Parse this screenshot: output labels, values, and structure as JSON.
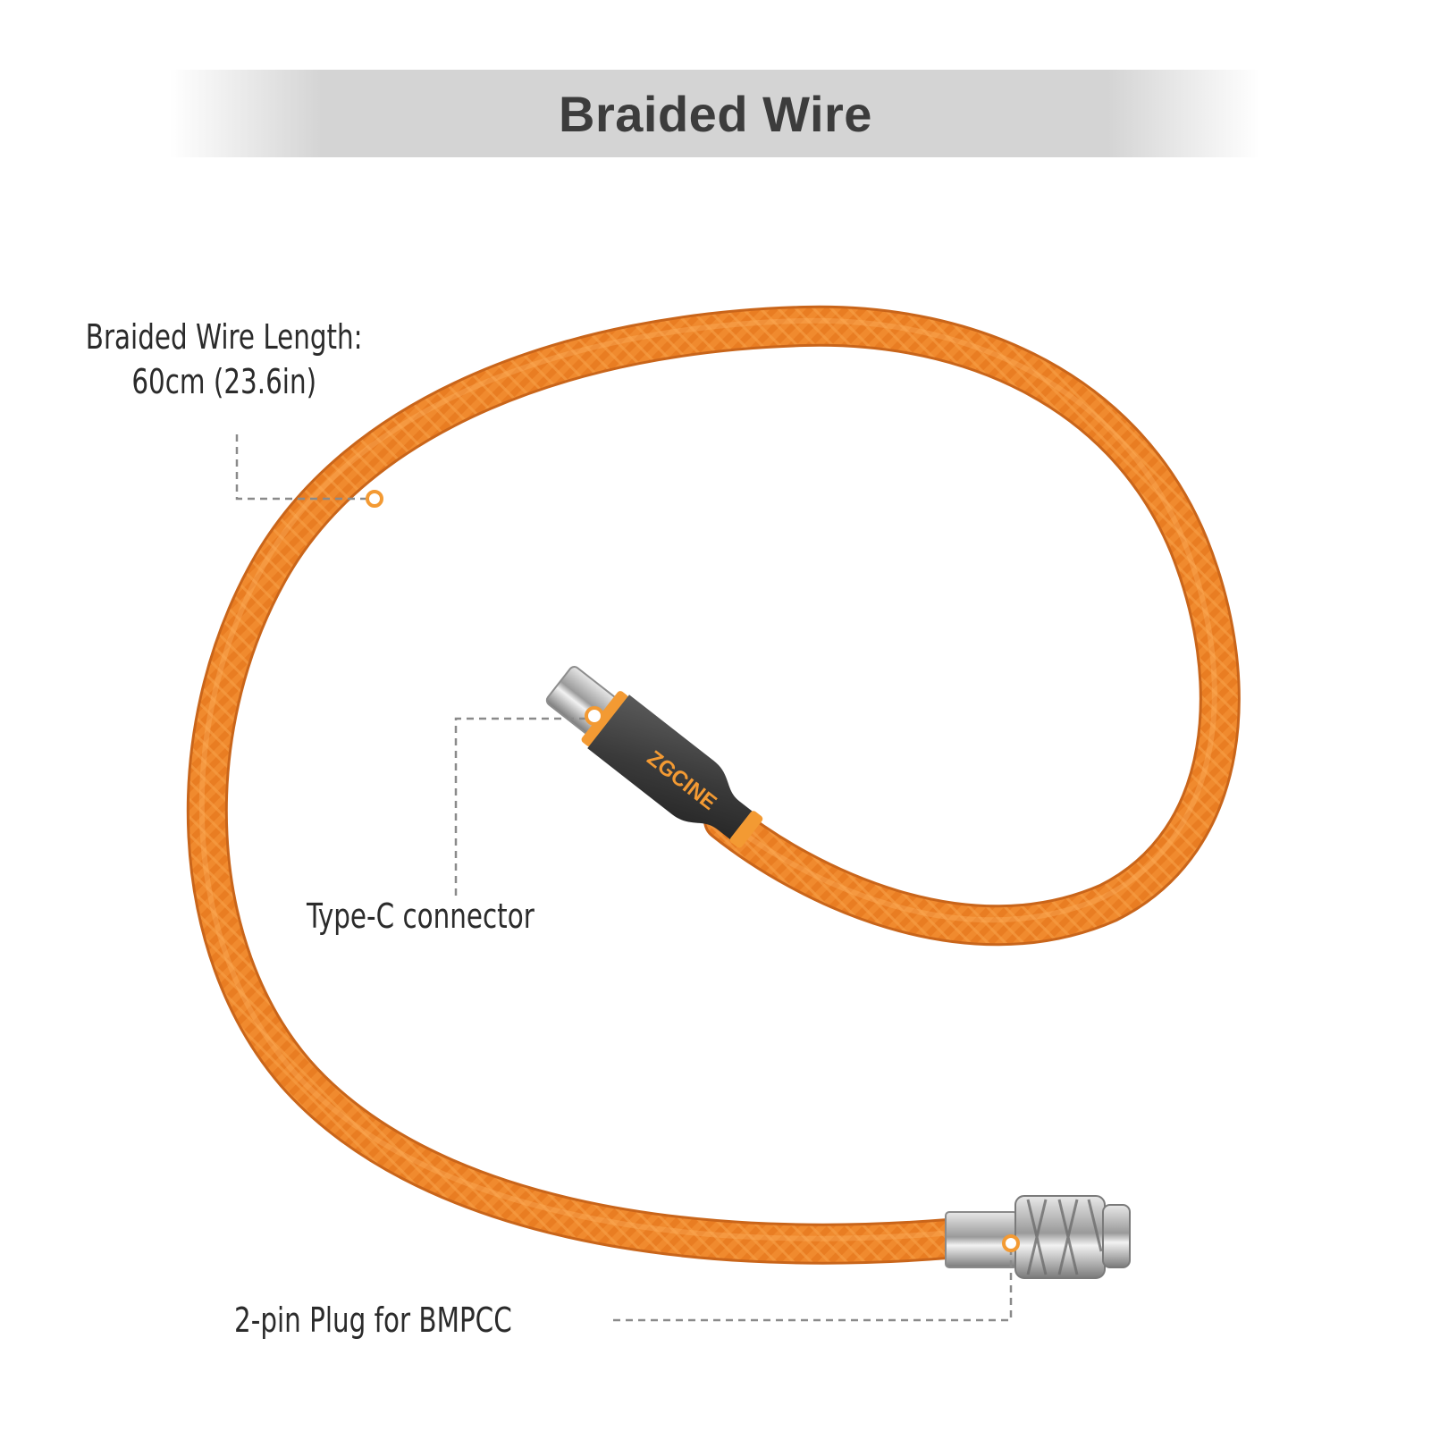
{
  "header": {
    "title": "Braided Wire"
  },
  "callouts": {
    "length_line1": "Braided Wire Length:",
    "length_line2": "60cm (23.6in)",
    "typec": "Type-C connector",
    "plug": "2-pin Plug for BMPCC"
  },
  "product": {
    "brand_text": "ZGCINE"
  },
  "colors": {
    "cable": "#f08a2e",
    "cable_dark": "#d2691c",
    "connector": "#3a3a3a",
    "accent": "#f39a33",
    "leader": "#8a8a8a"
  }
}
